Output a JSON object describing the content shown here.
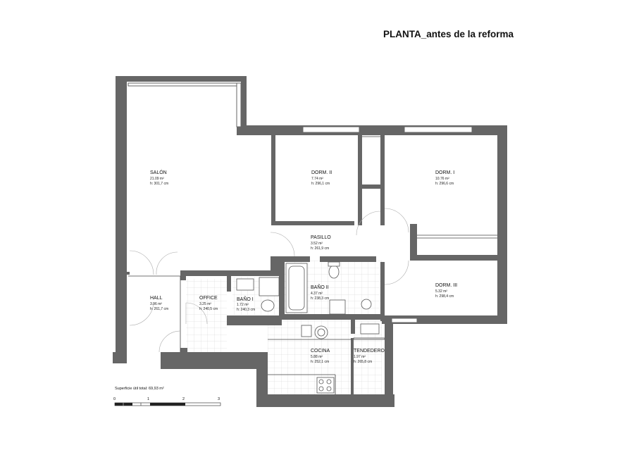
{
  "title": "PLANTA_antes de la reforma",
  "rooms": [
    {
      "id": "salon",
      "name": "SALÓN",
      "area": "21.09 m²",
      "height": "h: 301,7 cm"
    },
    {
      "id": "dorm2",
      "name": "DORM. II",
      "area": "7.74 m²",
      "height": "h: 296,1 cm"
    },
    {
      "id": "dorm1",
      "name": "DORM. I",
      "area": "10.76 m²",
      "height": "h: 296,6 cm"
    },
    {
      "id": "pasillo",
      "name": "PASILLO",
      "area": "3.52 m²",
      "height": "h: 261,9 cm"
    },
    {
      "id": "hall",
      "name": "HALL",
      "area": "3.96 m²",
      "height": "h: 261,7 cm"
    },
    {
      "id": "office",
      "name": "OFFICE",
      "area": "3.25 m²",
      "height": "h: 240,5 cm"
    },
    {
      "id": "bano1",
      "name": "BAÑO I",
      "area": "1.72 m²",
      "height": "h: 240,3 cm"
    },
    {
      "id": "bano2",
      "name": "BAÑO II",
      "area": "4.37 m²",
      "height": "h: 238,3 cm"
    },
    {
      "id": "dorm3",
      "name": "DORM. III",
      "area": "5.32 m²",
      "height": "h: 298,4 cm"
    },
    {
      "id": "cocina",
      "name": "COCINA",
      "area": "5.88 m²",
      "height": "h: 252,1 cm"
    },
    {
      "id": "tendedero",
      "name": "TENDEDERO",
      "area": "1.97 m²",
      "height": "h: 265,8 cm"
    }
  ],
  "surface_total": "Superficie útil total: 69,93 m²",
  "scale": {
    "labels": [
      "0",
      "1",
      "2",
      "3"
    ]
  },
  "colors": {
    "wall": "#666666",
    "tile_grid": "#cccccc"
  }
}
